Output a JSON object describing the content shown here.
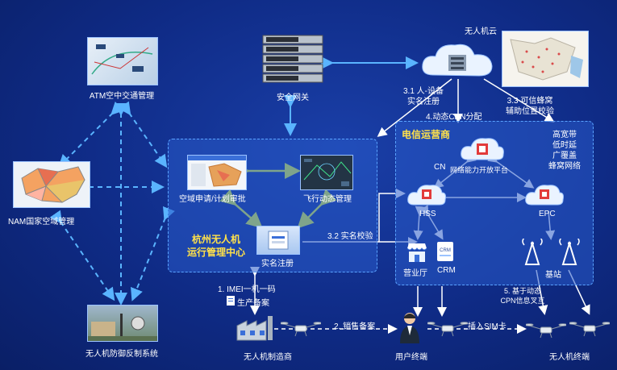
{
  "nodes": {
    "atm": "ATM空中交通管理",
    "nam": "NAM国家空域管理",
    "defense": "无人机防御反制系统",
    "gateway": "安全网关",
    "cloud": "无人机云",
    "airspace_apply": "空域申请/计划审批",
    "flight_mgmt": "飞行动态管理",
    "center_title_1": "杭州无人机",
    "center_title_2": "运行管理中心",
    "realname_reg": "实名注册",
    "operator_title": "电信运营商",
    "cn": "CN",
    "cn_platform": "网络能力开放平台",
    "hss": "HSS",
    "epc": "EPC",
    "hall": "营业厅",
    "crm": "CRM",
    "base_station": "基站",
    "manufacturer": "无人机制造商",
    "user_terminal": "用户终端",
    "uav_terminal": "无人机终端",
    "features_1": "高宽带",
    "features_2": "低时延",
    "features_3": "广覆盖",
    "features_4": "蜂窝网络"
  },
  "steps": {
    "s1_1": "1. IMEI一机一码",
    "s1_2": "生产备案",
    "s2": "2. 销售备案",
    "insert_sim": "插入SIM卡",
    "s3_1_a": "3.1 人-设备",
    "s3_1_b": "实名注册",
    "s3_2": "3.2 实名校验",
    "s3_3_a": "3.3 可信蜂窝",
    "s3_3_b": "辅助位置校验",
    "s4": "4.动态CPN分配",
    "s5_a": "5. 基于动态",
    "s5_b": "CPN信息叉互"
  },
  "colors": {
    "background": "#0f2b86",
    "panel": "#2a5ac8",
    "arrow_white": "#ffffff",
    "arrow_yellow": "#e8ff40",
    "arrow_dashed": "#5ab4ff",
    "title_yellow": "#ffe14a"
  }
}
